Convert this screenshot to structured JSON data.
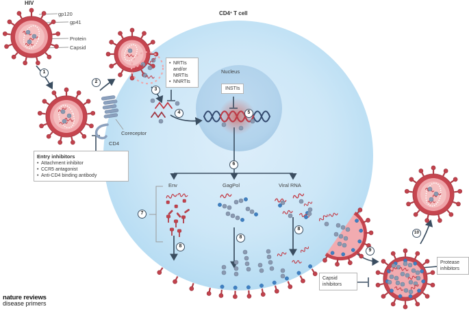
{
  "header": {
    "hiv": "HIV",
    "cd4_base": "CD4",
    "cd4_sup": "+",
    "cd4_rest": " T cell"
  },
  "virion_callouts": {
    "gp120": "gp120",
    "gp41": "gp41",
    "protein": "Protein",
    "capsid": "Capsid"
  },
  "cell_labels": {
    "nucleus": "Nucleus",
    "coreceptor": "Coreceptor",
    "cd4": "CD4"
  },
  "boxes": {
    "rt_inhibitors": {
      "items": [
        "NRTIs and/or NtRTIs",
        "NNRTIs"
      ]
    },
    "insti": {
      "label": "INSTIs"
    },
    "entry": {
      "title": "Entry inhibitors",
      "items": [
        "Attachment inhibitor",
        "CCR5 antagonist",
        "Anti-CD4 binding antibody"
      ]
    },
    "capsid_box": {
      "label": "Capsid inhibitors"
    },
    "protease_box": {
      "label": "Protease inhibitors"
    }
  },
  "branch_labels": {
    "env": "Env",
    "gagpol": "GagPol",
    "viral_rna": "Viral RNA"
  },
  "step_badges": [
    "1",
    "2",
    "3",
    "4",
    "5",
    "6",
    "7",
    "8",
    "8",
    "8",
    "9",
    "10"
  ],
  "footer": {
    "brand": "nature reviews",
    "sub": "disease primers"
  },
  "colors": {
    "cell_blue": "#c7e3f5",
    "nucleus_blue": "#b4d4ed",
    "virus_red": "#c6454f",
    "spike_red": "#b23c46",
    "protein_gray": "#8a99b0",
    "gag_blue": "#3f80c2",
    "arrow_navy": "#3a4d60",
    "rna_red": "#c23a45"
  }
}
